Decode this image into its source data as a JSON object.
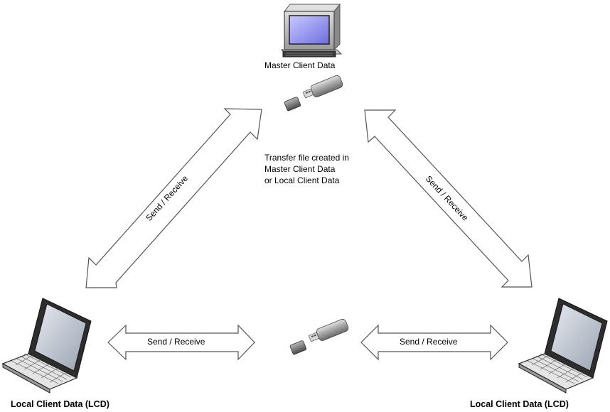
{
  "nodes": {
    "master": {
      "label": "Master Client Data",
      "icon": "desktop-computer-icon"
    },
    "local_left": {
      "label": "Local Client Data (LCD)",
      "icon": "laptop-icon"
    },
    "local_right": {
      "label": "Local Client Data (LCD)",
      "icon": "laptop-icon"
    }
  },
  "transfer_note": {
    "line1": "Transfer file created in",
    "line2": "Master Client Data",
    "line3": "or Local Client Data"
  },
  "arrows": {
    "left_diagonal": "Send / Receive",
    "right_diagonal": "Send / Receive",
    "bottom_left": "Send / Receive",
    "bottom_right": "Send / Receive"
  },
  "devices": {
    "usb_top": "usb-drive-icon",
    "usb_bottom": "usb-drive-icon"
  },
  "colors": {
    "arrow_fill": "#ffffff",
    "arrow_stroke": "#5a5a5a",
    "screen": "#8f8fe6",
    "usb_body": "#9e9e9e"
  }
}
